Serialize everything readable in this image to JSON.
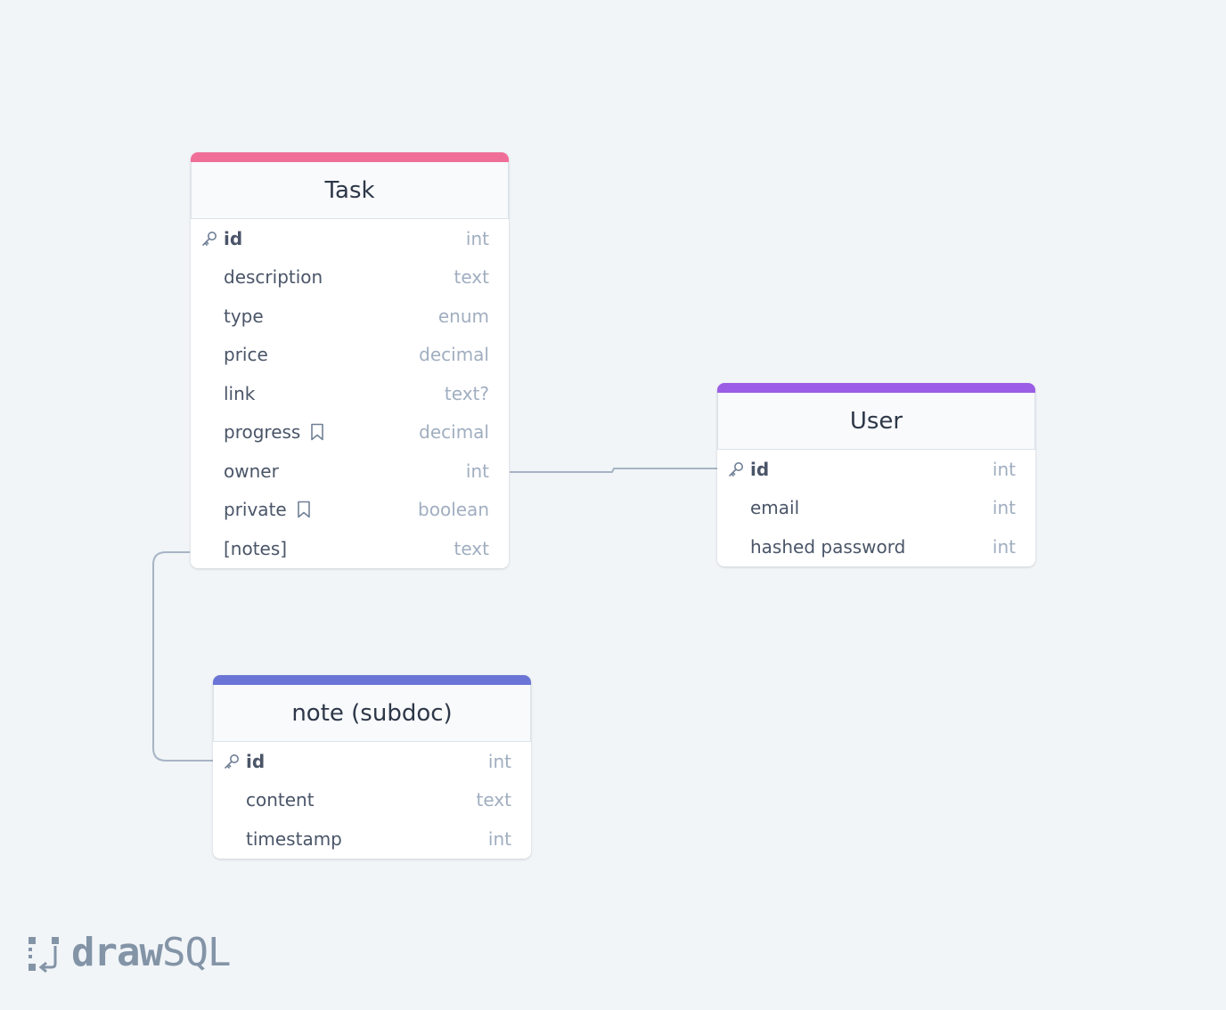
{
  "diagram": {
    "tables": [
      {
        "id": "task",
        "title": "Task",
        "accent": "#f06f99",
        "columns": [
          {
            "name": "id",
            "type": "int",
            "pk": true
          },
          {
            "name": "description",
            "type": "text"
          },
          {
            "name": "type",
            "type": "enum"
          },
          {
            "name": "price",
            "type": "decimal"
          },
          {
            "name": "link",
            "type": "text?"
          },
          {
            "name": "progress",
            "type": "decimal",
            "comment": true
          },
          {
            "name": "owner",
            "type": "int"
          },
          {
            "name": "private",
            "type": "boolean",
            "comment": true
          },
          {
            "name": "[notes]",
            "type": "text"
          }
        ]
      },
      {
        "id": "user",
        "title": "User",
        "accent": "#9b5de5",
        "columns": [
          {
            "name": "id",
            "type": "int",
            "pk": true
          },
          {
            "name": "email",
            "type": "int"
          },
          {
            "name": "hashed password",
            "type": "int"
          }
        ]
      },
      {
        "id": "note",
        "title": "note (subdoc)",
        "accent": "#6b75d6",
        "columns": [
          {
            "name": "id",
            "type": "int",
            "pk": true
          },
          {
            "name": "content",
            "type": "text"
          },
          {
            "name": "timestamp",
            "type": "int"
          }
        ]
      }
    ],
    "relations": [
      {
        "from": "Task.owner",
        "to": "User.id"
      },
      {
        "from": "Task.[notes]",
        "to": "note (subdoc).id"
      }
    ]
  },
  "branding": {
    "logo_bold": "draw",
    "logo_light": "SQL"
  },
  "colors": {
    "background": "#f1f5f8",
    "connector": "#a6b4c4",
    "icon": "#718096"
  }
}
